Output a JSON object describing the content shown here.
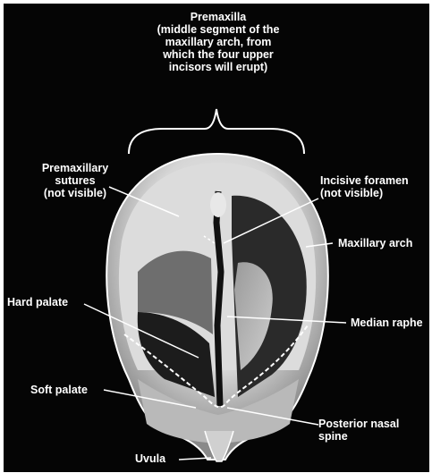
{
  "title": {
    "lines": [
      "Premaxilla",
      "(middle segment of the",
      "maxillary arch, from",
      "which the four upper",
      "incisors will erupt)"
    ]
  },
  "labels": {
    "premaxillary_sutures": [
      "Premaxillary",
      "sutures",
      "(not visible)"
    ],
    "incisive_foramen": [
      "Incisive foramen",
      "(not visible)"
    ],
    "maxillary_arch": "Maxillary arch",
    "hard_palate": "Hard palate",
    "median_raphe": "Median raphe",
    "soft_palate": "Soft palate",
    "posterior_nasal_spine": [
      "Posterior nasal",
      "spine"
    ],
    "uvula": "Uvula"
  },
  "colors": {
    "background": "#050505",
    "label_text": "#ffffff",
    "palate_light": "#e4e4e4",
    "palate_dark": "#1a1a1a"
  }
}
